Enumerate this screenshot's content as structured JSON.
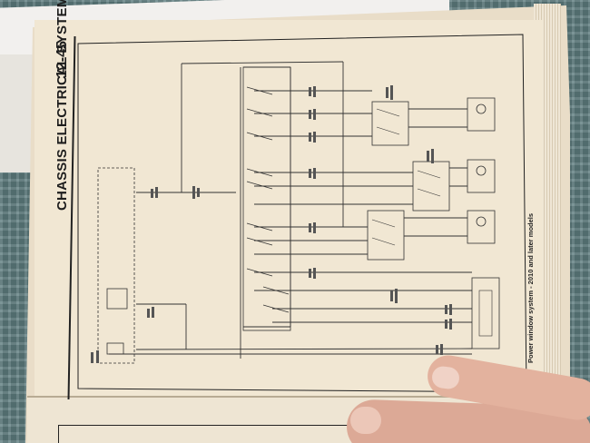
{
  "page": {
    "section_title": "CHASSIS ELECTRICAL SYSTEM",
    "page_number": "12-45",
    "caption": "Power window system - 2010 and later models"
  },
  "loose_paper_mark": "ꟷ"
}
